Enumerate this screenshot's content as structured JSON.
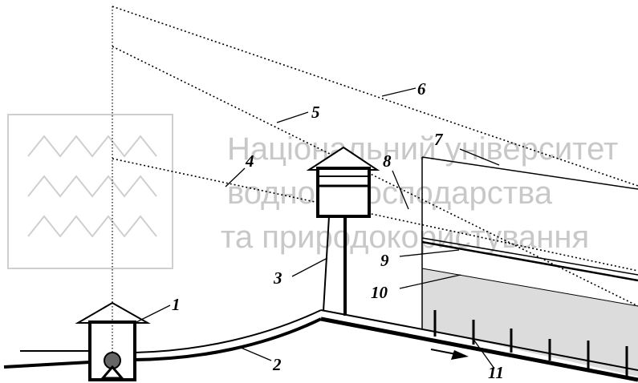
{
  "callouts": [
    "1",
    "2",
    "3",
    "4",
    "5",
    "6",
    "7",
    "8",
    "9",
    "10",
    "11"
  ],
  "watermark": {
    "line1": "Національний університет",
    "line2": "водного господарства",
    "line3": "та природокористування"
  },
  "colors": {
    "ink": "#000000",
    "shaded_zone": "#dcdcdc",
    "watermark": "#c8c8c8"
  }
}
